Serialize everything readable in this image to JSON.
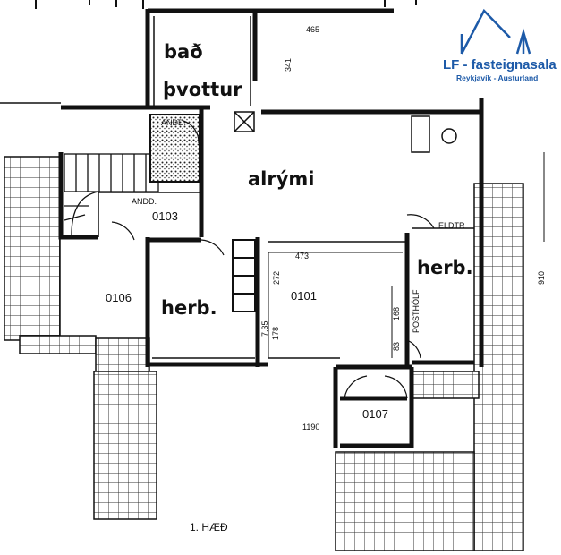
{
  "logo": {
    "name": "LF - fasteignasala",
    "tagline": "Reykjavík - Austurland",
    "color": "#1d5aa8"
  },
  "rooms": {
    "bath": "bað",
    "laundry": "þvottur",
    "living": "alrými",
    "bedroom_left": "herb.",
    "bedroom_right": "herb."
  },
  "units": {
    "u0103": "0103",
    "u0106": "0106",
    "u0101": "0101",
    "u0107": "0107"
  },
  "annotations": {
    "andd_upper": "ANDD.",
    "andd_lower": "ANDD.",
    "eldtr": "ELDTR",
    "posthólf": "POSTHÓLF"
  },
  "dimensions": {
    "d465": "465",
    "d341": "341",
    "d473": "473",
    "d272": "272",
    "d735": "7,35",
    "d178": "178",
    "d168": "168",
    "d83": "83",
    "d910": "910",
    "d1190": "1190"
  },
  "floor": "1. HÆÐ"
}
